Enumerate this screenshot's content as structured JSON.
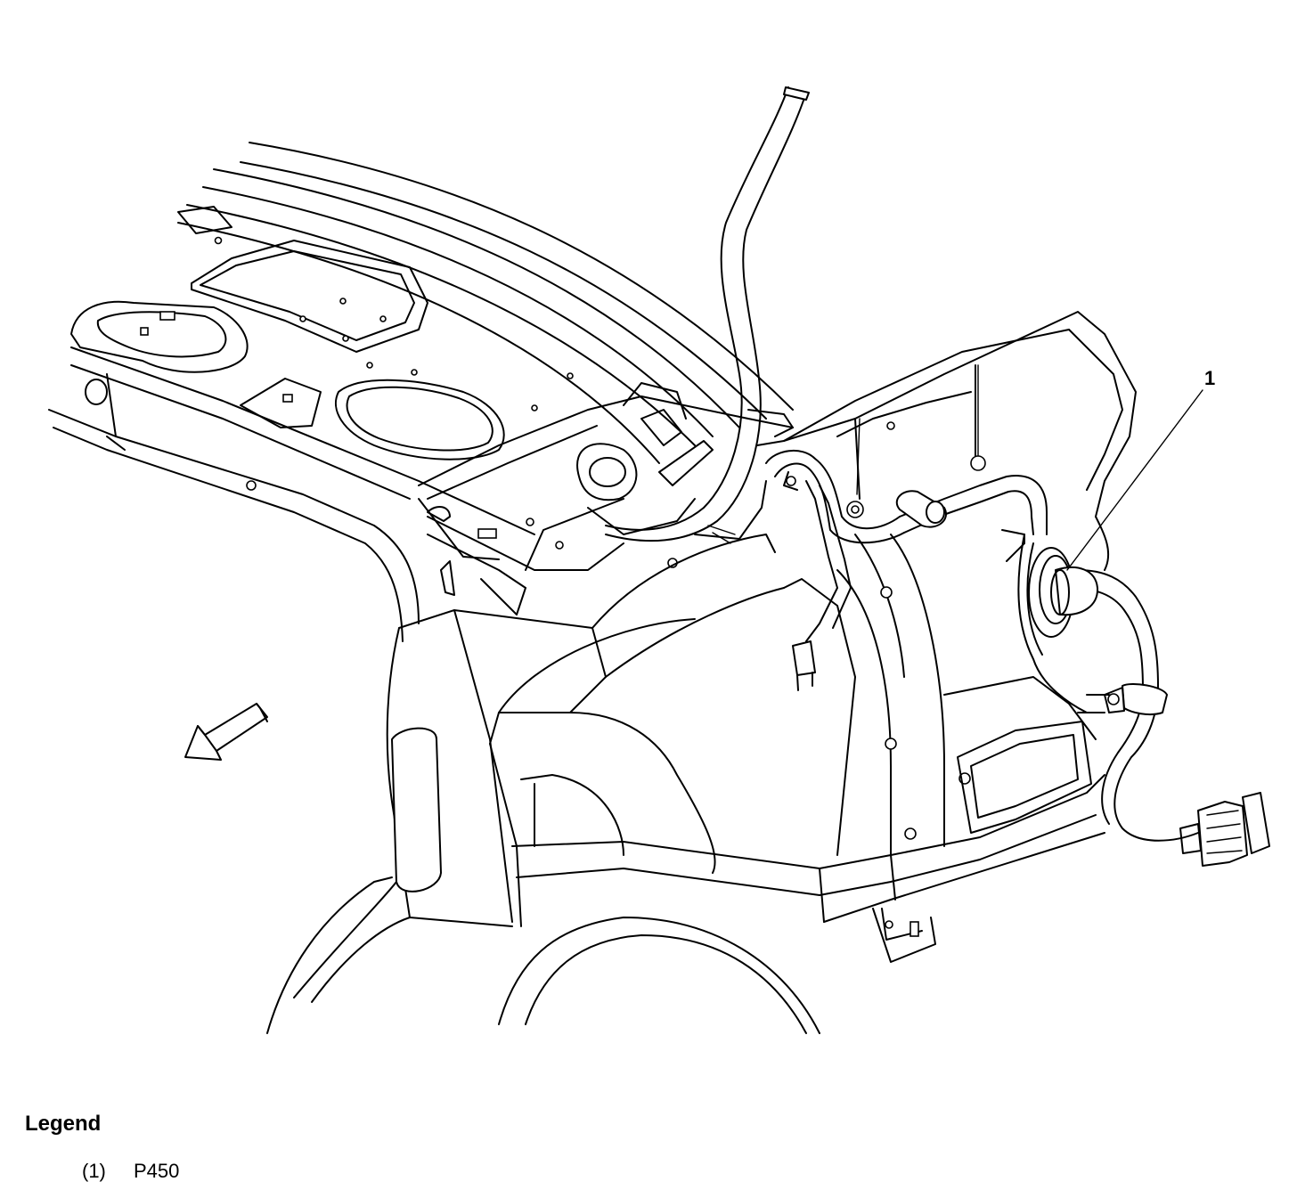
{
  "diagram": {
    "callouts": [
      {
        "label": "1"
      }
    ],
    "direction_arrow": "arrow-left-icon"
  },
  "legend": {
    "title": "Legend",
    "items": [
      {
        "number": "(1)",
        "label": "P450"
      }
    ]
  }
}
